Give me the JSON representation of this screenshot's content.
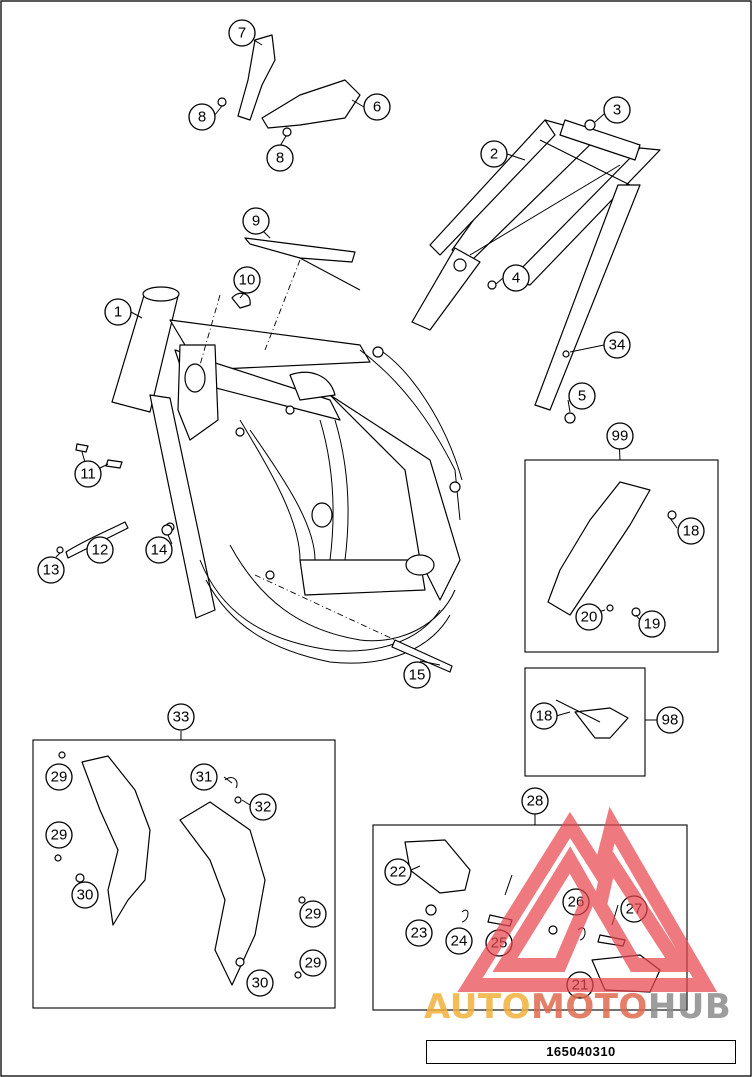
{
  "drawing_number": "165040310",
  "watermark": {
    "part1": "AUTO",
    "part2": "MOTO",
    "part3": "HUB"
  },
  "callouts": {
    "c1": "1",
    "c2": "2",
    "c3": "3",
    "c4": "4",
    "c5": "5",
    "c6": "6",
    "c7": "7",
    "c8a": "8",
    "c8b": "8",
    "c9": "9",
    "c10": "10",
    "c11": "11",
    "c12": "12",
    "c13": "13",
    "c14": "14",
    "c15": "15",
    "c18a": "18",
    "c18b": "18",
    "c19": "19",
    "c20": "20",
    "c21": "21",
    "c22": "22",
    "c23": "23",
    "c24": "24",
    "c25": "25",
    "c26": "26",
    "c27": "27",
    "c28": "28",
    "c29a": "29",
    "c29b": "29",
    "c29c": "29",
    "c29d": "29",
    "c30a": "30",
    "c30b": "30",
    "c31": "31",
    "c32": "32",
    "c33": "33",
    "c34": "34",
    "c98": "98",
    "c99": "99"
  },
  "colors": {
    "line": "#000000",
    "watermark_red": "#e8474f",
    "watermark_orange": "#f2b13c",
    "watermark_gray": "#8c8c8c"
  }
}
